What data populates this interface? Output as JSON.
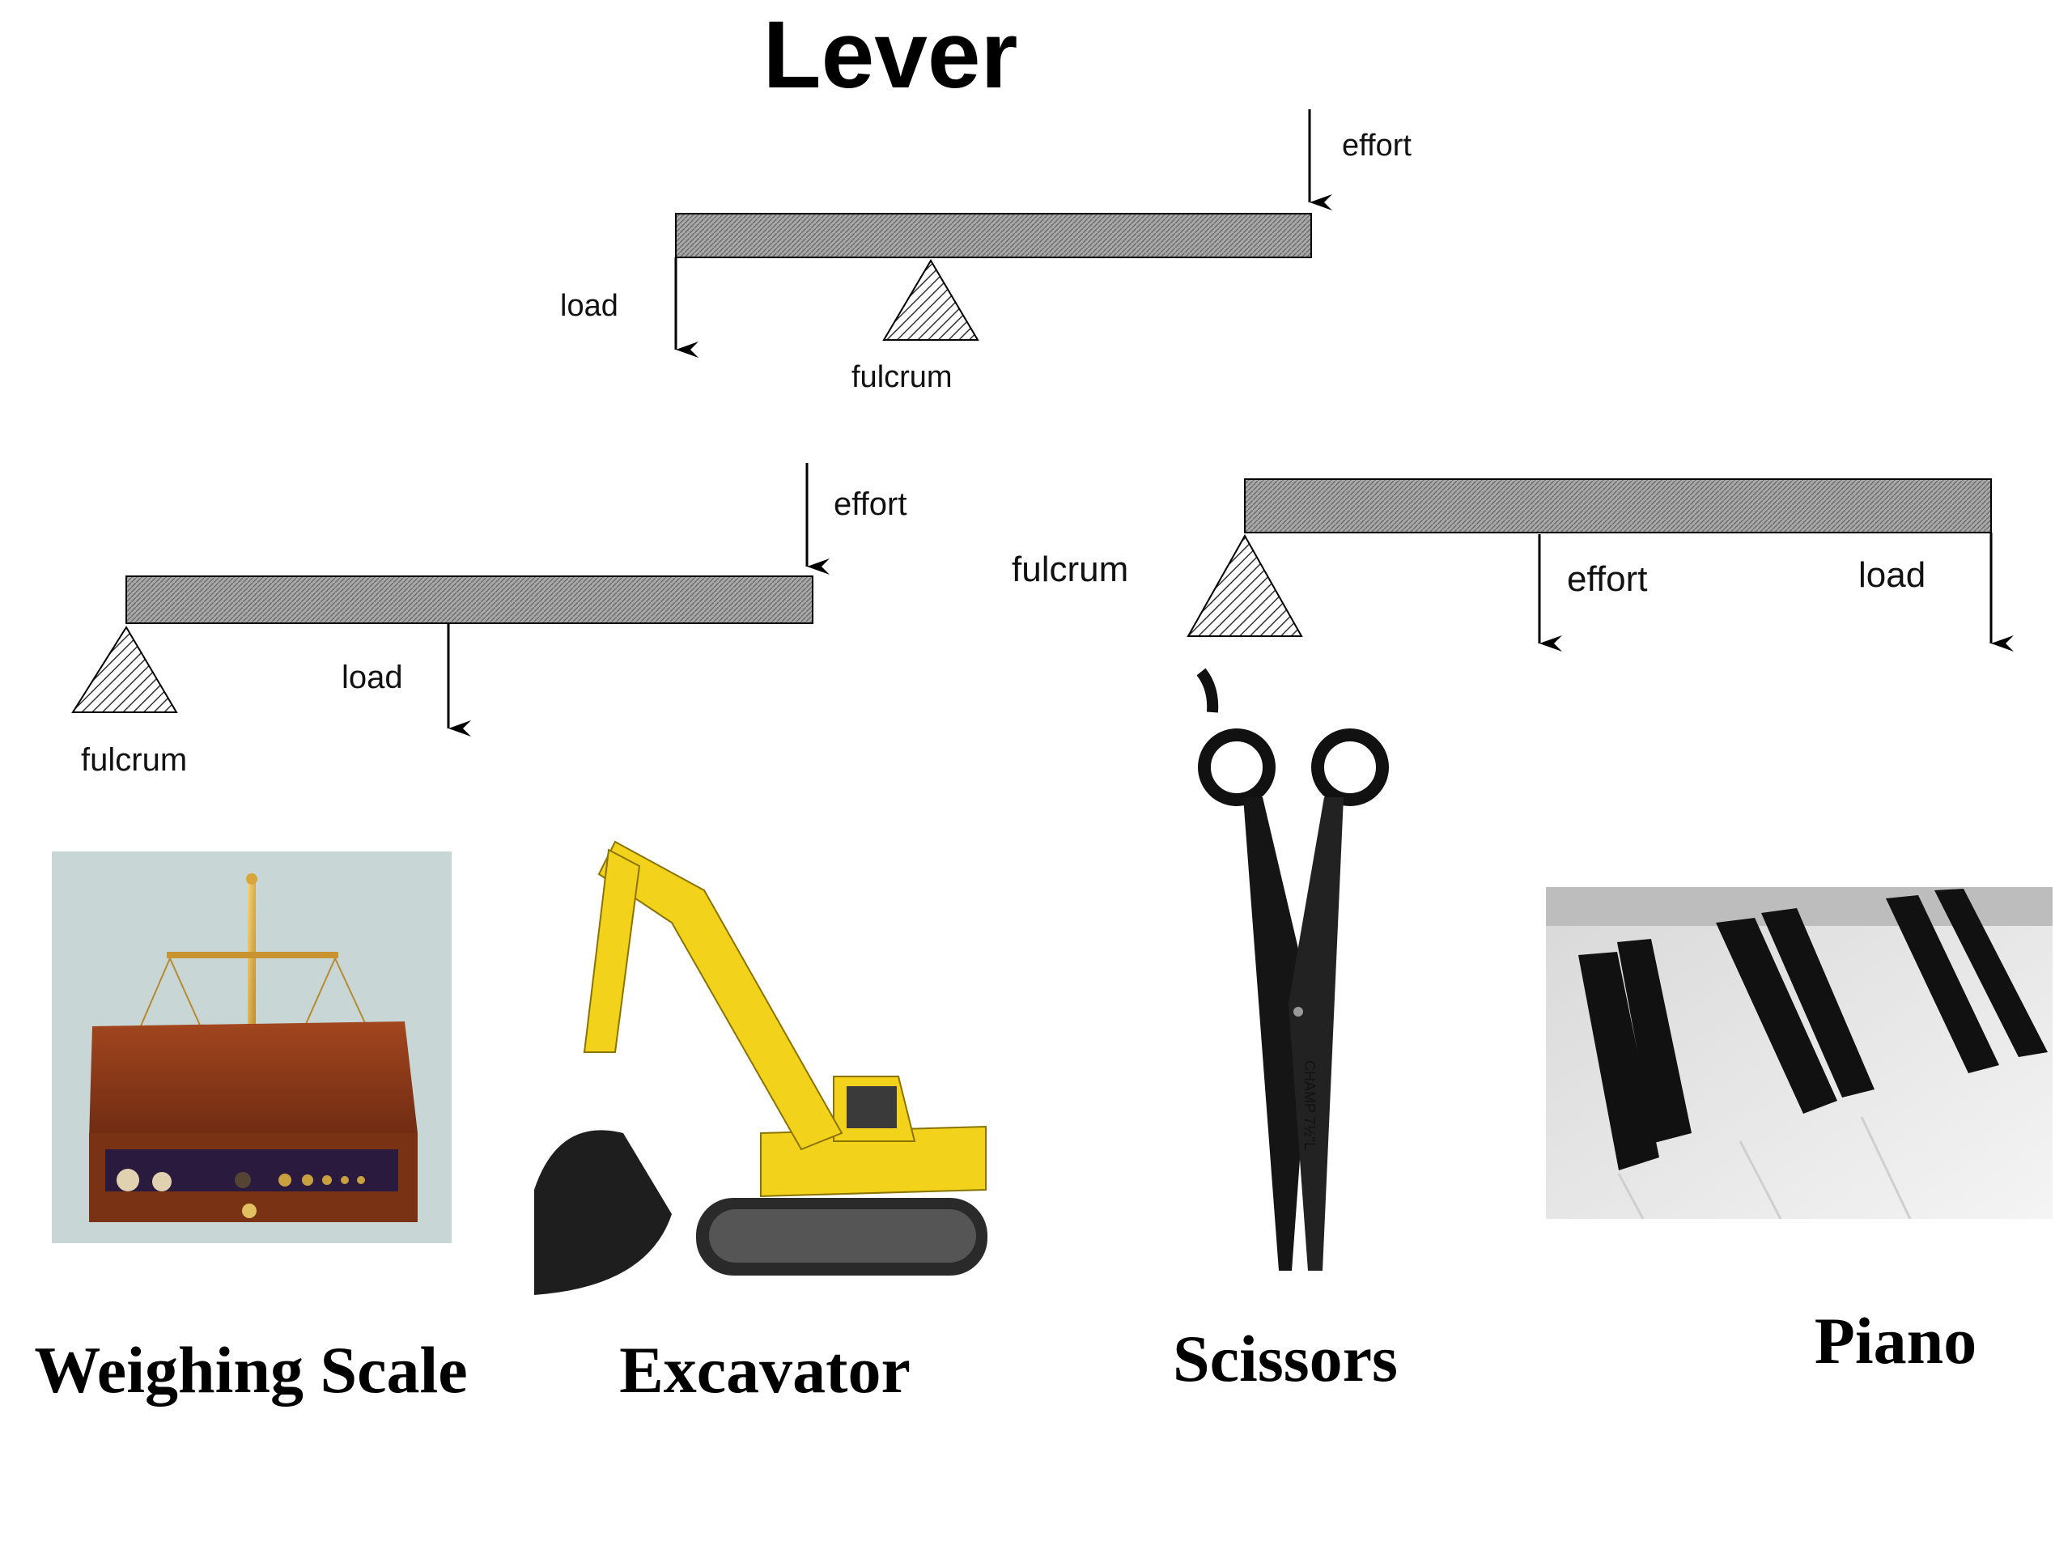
{
  "title": "Lever",
  "labels": {
    "effort": "effort",
    "load": "load",
    "fulcrum": "fulcrum"
  },
  "diagrams": [
    {
      "id": "class1",
      "effort": "effort",
      "load": "load",
      "fulcrum": "fulcrum"
    },
    {
      "id": "class2",
      "effort": "effort",
      "load": "load",
      "fulcrum": "fulcrum"
    },
    {
      "id": "class3",
      "effort": "effort",
      "load": "load",
      "fulcrum": "fulcrum"
    }
  ],
  "examples": [
    {
      "caption": "Weighing Scale",
      "icon": "weighing-scale-image"
    },
    {
      "caption": "Excavator",
      "icon": "excavator-image"
    },
    {
      "caption": "Scissors",
      "icon": "scissors-image"
    },
    {
      "caption": "Piano",
      "icon": "piano-keys-image"
    }
  ],
  "scissors_brand": "CHAMP 7½\"L",
  "colors": {
    "beam_fill": "#9a9a9a",
    "beam_stroke": "#000000",
    "excavator_yellow": "#f2d21b",
    "wood": "#8a3a1a",
    "brass": "#d9a832"
  }
}
